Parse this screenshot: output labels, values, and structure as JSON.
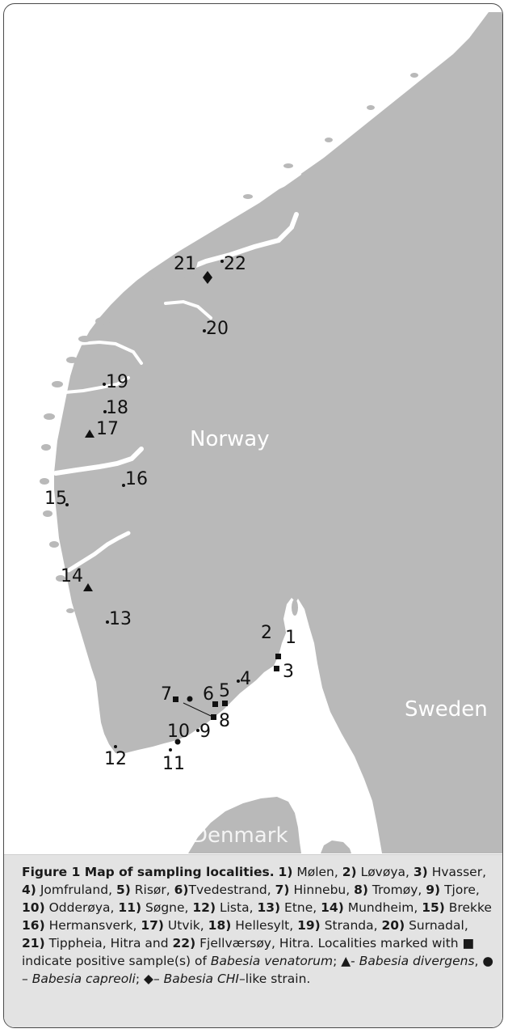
{
  "figure": {
    "caption": {
      "title": "Figure 1 Map of sampling localities.",
      "entries": [
        {
          "num": "1)",
          "name": "Mølen"
        },
        {
          "num": "2)",
          "name": "Løvøya"
        },
        {
          "num": "3)",
          "name": "Hvasser"
        },
        {
          "num": "4)",
          "name": "Jomfruland"
        },
        {
          "num": "5)",
          "name": "Risør"
        },
        {
          "num": "6)",
          "name": "Tvedestrand"
        },
        {
          "num": "7)",
          "name": "Hinnebu"
        },
        {
          "num": "8)",
          "name": "Tromøy"
        },
        {
          "num": "9)",
          "name": "Tjore"
        },
        {
          "num": "10)",
          "name": "Odderøya"
        },
        {
          "num": "11)",
          "name": "Søgne"
        },
        {
          "num": "12)",
          "name": "Lista"
        },
        {
          "num": "13)",
          "name": "Etne"
        },
        {
          "num": "14)",
          "name": "Mundheim"
        },
        {
          "num": "15)",
          "name": "Brekke"
        },
        {
          "num": "16)",
          "name": "Hermansverk"
        },
        {
          "num": "17)",
          "name": "Utvik"
        },
        {
          "num": "18)",
          "name": "Hellesylt"
        },
        {
          "num": "19)",
          "name": "Stranda"
        },
        {
          "num": "20)",
          "name": "Surnadal"
        },
        {
          "num": "21)",
          "name": "Tippheia, Hitra"
        },
        {
          "num": "22)",
          "name": "Fjellværsøy, Hitra."
        }
      ],
      "legend_intro": "Localities marked with",
      "legend_square_text": "indicate positive sample(s) of",
      "species_venatorum": "Babesia venatorum",
      "species_divergens": "Babesia divergens",
      "species_capreoli": "Babesia capreoli",
      "species_chi": "Babesia CHI",
      "chi_suffix": "–like strain."
    },
    "map": {
      "countries": {
        "norway": "Norway",
        "sweden": "Sweden",
        "denmark": "Denmark"
      },
      "localities": [
        {
          "id": "1",
          "label": "1"
        },
        {
          "id": "2",
          "label": "2"
        },
        {
          "id": "3",
          "label": "3"
        },
        {
          "id": "4",
          "label": "4"
        },
        {
          "id": "5",
          "label": "5"
        },
        {
          "id": "6",
          "label": "6"
        },
        {
          "id": "7",
          "label": "7"
        },
        {
          "id": "8",
          "label": "8"
        },
        {
          "id": "9",
          "label": "9"
        },
        {
          "id": "10",
          "label": "10"
        },
        {
          "id": "11",
          "label": "11"
        },
        {
          "id": "12",
          "label": "12"
        },
        {
          "id": "13",
          "label": "13"
        },
        {
          "id": "14",
          "label": "14"
        },
        {
          "id": "15",
          "label": "15"
        },
        {
          "id": "16",
          "label": "16"
        },
        {
          "id": "17",
          "label": "17"
        },
        {
          "id": "18",
          "label": "18"
        },
        {
          "id": "19",
          "label": "19"
        },
        {
          "id": "20",
          "label": "20"
        },
        {
          "id": "21",
          "label": "21"
        },
        {
          "id": "22",
          "label": "22"
        }
      ],
      "colors": {
        "land": "#b9b9b9",
        "water": "#ffffff",
        "marker": "#111111"
      }
    }
  }
}
